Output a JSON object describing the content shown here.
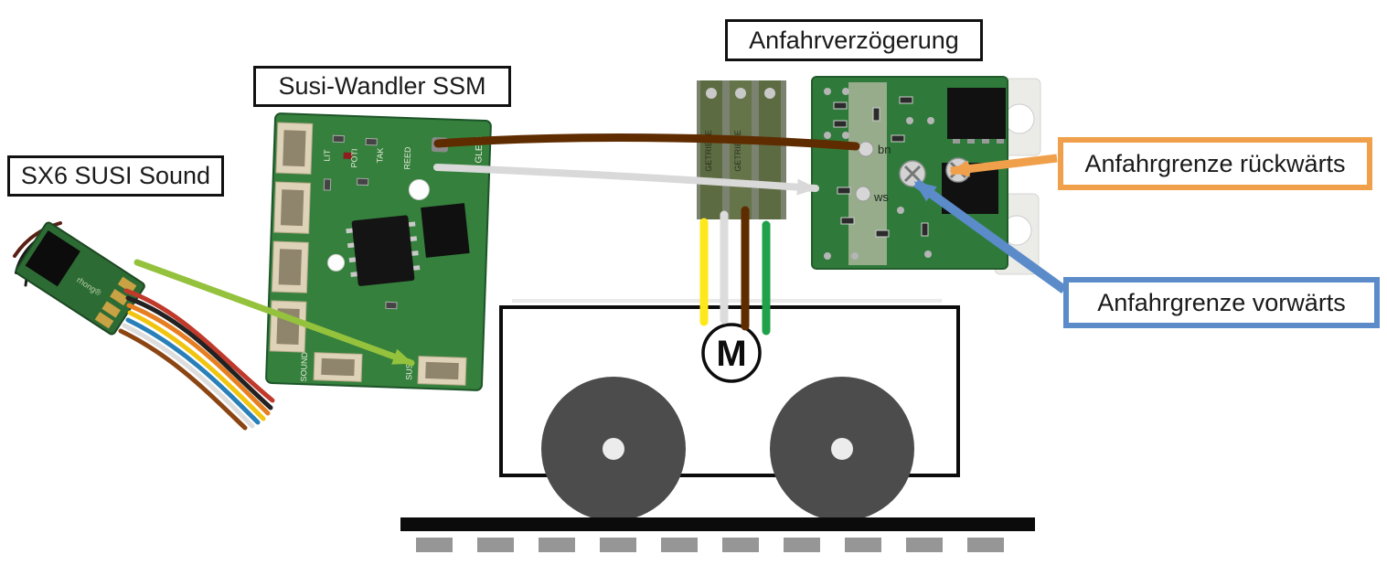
{
  "labels": {
    "sx6": "SX6 SUSI Sound",
    "wandler": "Susi-Wandler SSM",
    "anfahrverzoegerung": "Anfahrverzögerung",
    "grenze_rueckwaerts": "Anfahrgrenze rückwärts",
    "grenze_vorwaerts": "Anfahrgrenze vorwärts"
  },
  "motor": {
    "label": "M"
  },
  "silkscreen": {
    "gleis": "GLEIS",
    "lit": "LIT",
    "poti": "POTI",
    "tak": "TAK",
    "reed": "REED",
    "sound": "SOUND",
    "susi": "SUSI",
    "getriebe": "GETRIEBE",
    "bn": "bn",
    "ws": "ws",
    "decoder_brand": "rhong®"
  },
  "colors": {
    "callout_orange": "#F0A04B",
    "callout_blue": "#5B8BC9",
    "callout_green": "#95C23D",
    "wire_brown": "#5F2C00",
    "wire_gray": "#D9D9D9",
    "wire_yellow": "#FFE81A",
    "wire_white": "#DCDCDC",
    "wire_green": "#1FA14A",
    "pcb_green": "#2F7A3A",
    "wheel_gray": "#4C4C4C"
  }
}
